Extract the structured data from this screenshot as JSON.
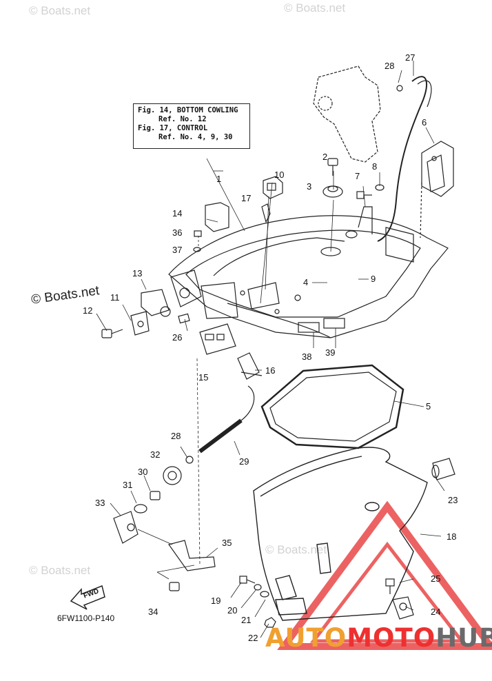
{
  "watermarks": {
    "top_left": "© Boats.net",
    "top_right": "© Boats.net",
    "middle_left": "© Boats.net",
    "bottom_left": "© Boats.net",
    "bottom_mid": "© Boats.net"
  },
  "ref_box": {
    "line1": "Fig. 14, BOTTOM COWLING",
    "line2": "Ref. No. 12",
    "line3": "Fig. 17, CONTROL",
    "line4": "Ref. No. 4, 9, 30"
  },
  "part_labels": {
    "p1": "1",
    "p2": "2",
    "p3": "3",
    "p4": "4",
    "p5": "5",
    "p6": "6",
    "p7": "7",
    "p8": "8",
    "p9": "9",
    "p10": "10",
    "p11": "11",
    "p12": "12",
    "p13": "13",
    "p14": "14",
    "p15": "15",
    "p16": "16",
    "p17": "17",
    "p18": "18",
    "p19": "19",
    "p20": "20",
    "p21": "21",
    "p22": "22",
    "p23": "23",
    "p24": "24",
    "p25": "25",
    "p26": "26",
    "p27": "27",
    "p28a": "28",
    "p28b": "28",
    "p29": "29",
    "p30": "30",
    "p31": "31",
    "p32": "32",
    "p33": "33",
    "p34": "34",
    "p35": "35",
    "p36": "36",
    "p37": "37",
    "p38": "38",
    "p39": "39"
  },
  "fwd_label": "FWD",
  "diagram_code": "6FW1100-P140",
  "logo": {
    "part1": "AUTO",
    "part2": "MOTO",
    "part3": "HUB"
  },
  "colors": {
    "logo_orange": "#f0a030",
    "logo_red": "#ee3030",
    "logo_gray": "#6a6a6a",
    "triangle_red": "#e83b3b"
  }
}
